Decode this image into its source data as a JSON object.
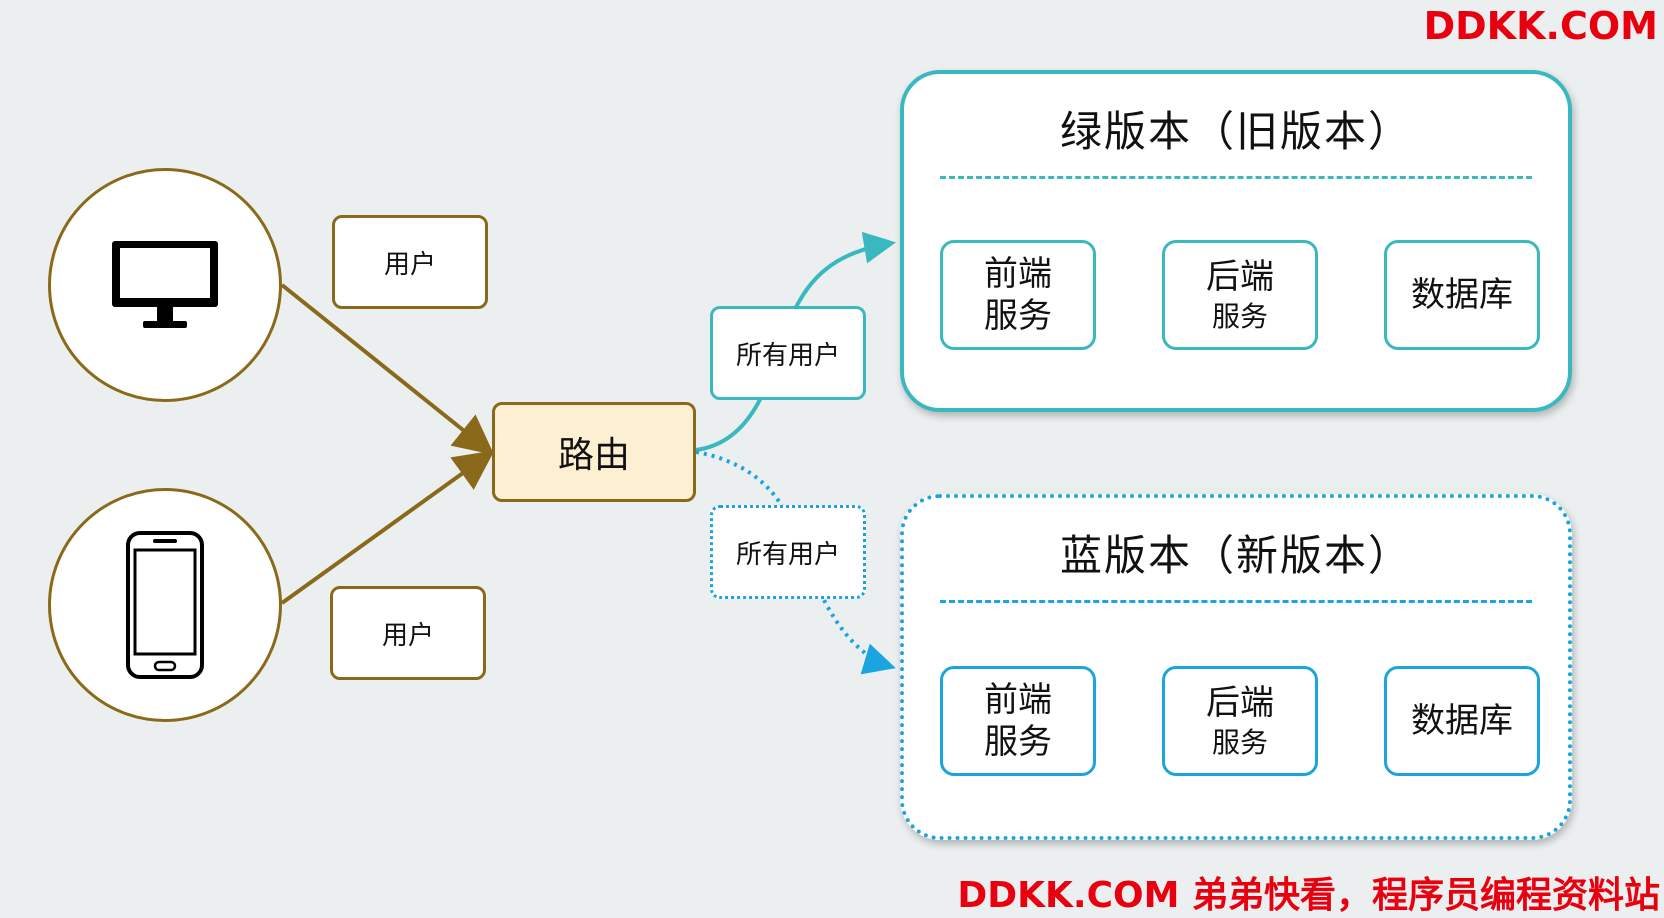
{
  "devices": {
    "desktop_label": "用户",
    "mobile_label": "用户"
  },
  "router": {
    "label": "路由"
  },
  "routes": {
    "green_label": "所有用户",
    "blue_label": "所有用户"
  },
  "green": {
    "title": "绿版本（旧版本）",
    "frontend": [
      "前端",
      "服务"
    ],
    "backend": [
      "后端",
      "服务"
    ],
    "database": "数据库",
    "color": "#3ab8c0"
  },
  "blue": {
    "title": "蓝版本（新版本）",
    "frontend": [
      "前端",
      "服务"
    ],
    "backend": [
      "后端",
      "服务"
    ],
    "database": "数据库",
    "color": "#1aa5e0"
  },
  "watermarks": {
    "top": "DDKK.COM",
    "bottom": "DDKK.COM 弟弟快看，程序员编程资料站"
  },
  "colors": {
    "user_border": "#8a6a1a",
    "router_fill": "#fdf0d2",
    "background": "#eceff0",
    "watermark": "#e8000f"
  }
}
